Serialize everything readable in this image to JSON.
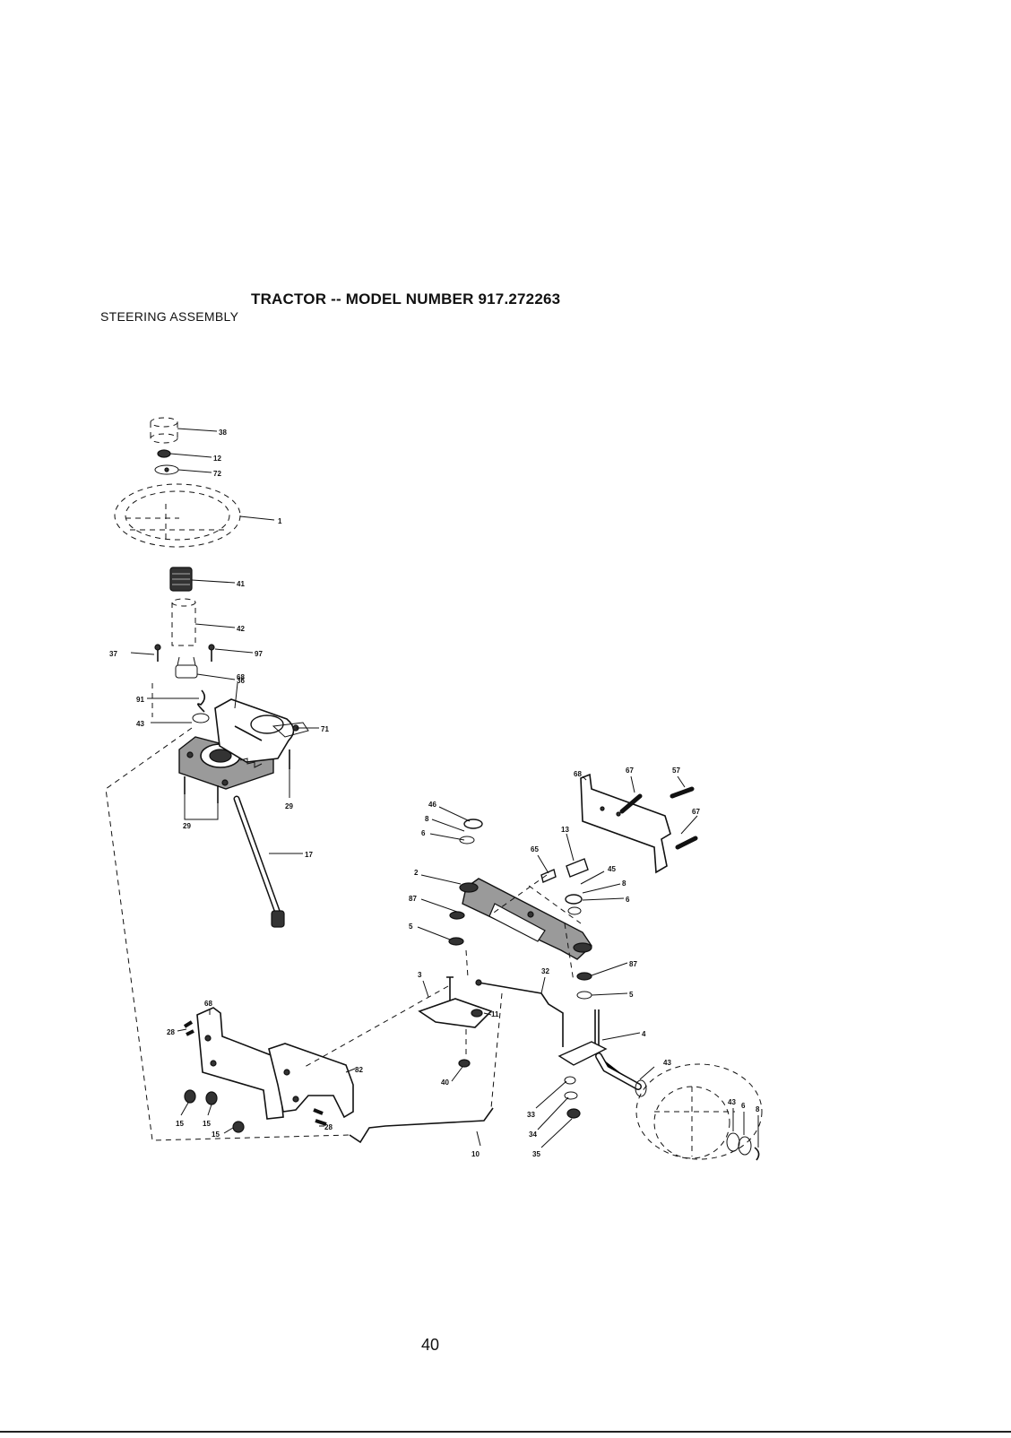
{
  "header": {
    "title": "TRACTOR -- MODEL NUMBER 917.272263",
    "subtitle": "STEERING ASSEMBLY"
  },
  "page_number": "40",
  "callouts": [
    "38",
    "12",
    "72",
    "1",
    "41",
    "42",
    "37",
    "97",
    "36",
    "91",
    "43",
    "68",
    "71",
    "29",
    "29",
    "17",
    "46",
    "8",
    "6",
    "65",
    "13",
    "68",
    "67",
    "57",
    "67",
    "2",
    "87",
    "45",
    "8",
    "6",
    "5",
    "87",
    "5",
    "3",
    "32",
    "11",
    "40",
    "4",
    "43",
    "33",
    "34",
    "35",
    "68",
    "28",
    "82",
    "15",
    "15",
    "15",
    "28",
    "10",
    "43",
    "6",
    "8"
  ]
}
